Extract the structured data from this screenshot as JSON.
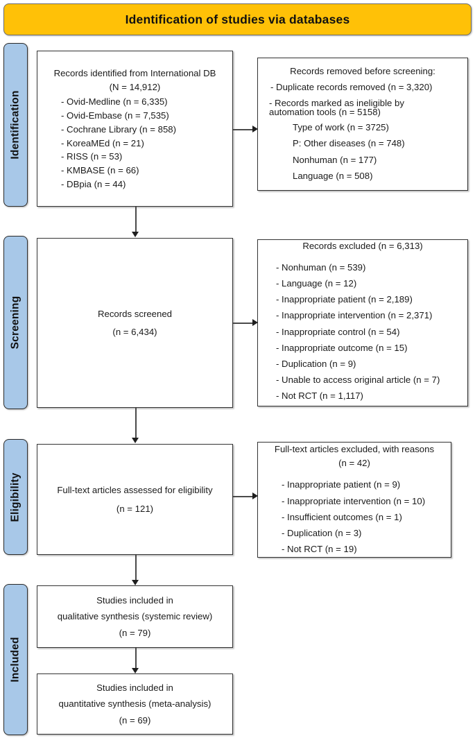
{
  "banner": {
    "title": "Identification of studies via databases"
  },
  "stages": [
    {
      "key": "identification",
      "label": "Identification"
    },
    {
      "key": "screening",
      "label": "Screening"
    },
    {
      "key": "eligibility",
      "label": "Eligibility"
    },
    {
      "key": "included",
      "label": "Included"
    }
  ],
  "colors": {
    "banner_fill": "#FFC107",
    "stage_label_fill": "#A8C8E8",
    "box_border": "#333333",
    "connector": "#4a4a4a"
  },
  "boxes": {
    "records_identified": {
      "heading": "Records identified from International DB",
      "total": "(N = 14,912)",
      "sources": [
        "- Ovid-Medline  (n = 6,335)",
        "- Ovid-Embase (n = 7,535)",
        "- Cochrane  Library (n = 858)",
        "- KoreaMEd (n = 21)",
        "-   RISS (n = 53)",
        "-   KMBASE (n = 66)",
        "-   DBpia (n = 44)"
      ]
    },
    "records_removed": {
      "heading": "Records removed before screening:",
      "duplicate": "-  Duplicate records removed  (n = 3,320)",
      "automation_line1": "- Records marked as ineligible  by",
      "automation_line2": "automation  tools   (n = 5158)",
      "automation_reasons": [
        "Type of work (n = 3725)",
        "P: Other diseases (n = 748)",
        "Nonhuman  (n = 177)",
        "Language (n = 508)"
      ]
    },
    "records_screened": {
      "heading": "Records screened",
      "count": "(n = 6,434)"
    },
    "records_excluded": {
      "heading": "Records excluded  (n = 6,313)",
      "reasons": [
        "- Nonhuman (n = 539)",
        "- Language (n = 12)",
        "- Inappropriate patient (n = 2,189)",
        "- Inappropriate intervention (n = 2,371)",
        "- Inappropriate control (n = 54)",
        "- Inappropriate outcome (n = 15)",
        "- Duplication (n = 9)",
        "- Unable to access original article (n = 7)",
        "- Not RCT (n = 1,117)"
      ]
    },
    "fulltext_assessed": {
      "heading": "Full-text articles assessed for eligibility",
      "count": "(n = 121)"
    },
    "fulltext_excluded": {
      "heading": "Full-text articles excluded, with reasons",
      "count": "(n = 42)",
      "reasons": [
        "-  Inappropriate patient (n = 9)",
        "-  Inappropriate intervention (n = 10)",
        "-  Insufficient outcomes (n = 1)",
        "-  Duplication  (n = 3)",
        "-  Not RCT (n = 19)"
      ]
    },
    "qualitative": {
      "line1": "Studies included in",
      "line2": "qualitative synthesis (systemic review)",
      "count": "(n = 79)"
    },
    "quantitative": {
      "line1": "Studies included in",
      "line2": "quantitative synthesis (meta-analysis)",
      "count": "(n = 69)"
    }
  }
}
